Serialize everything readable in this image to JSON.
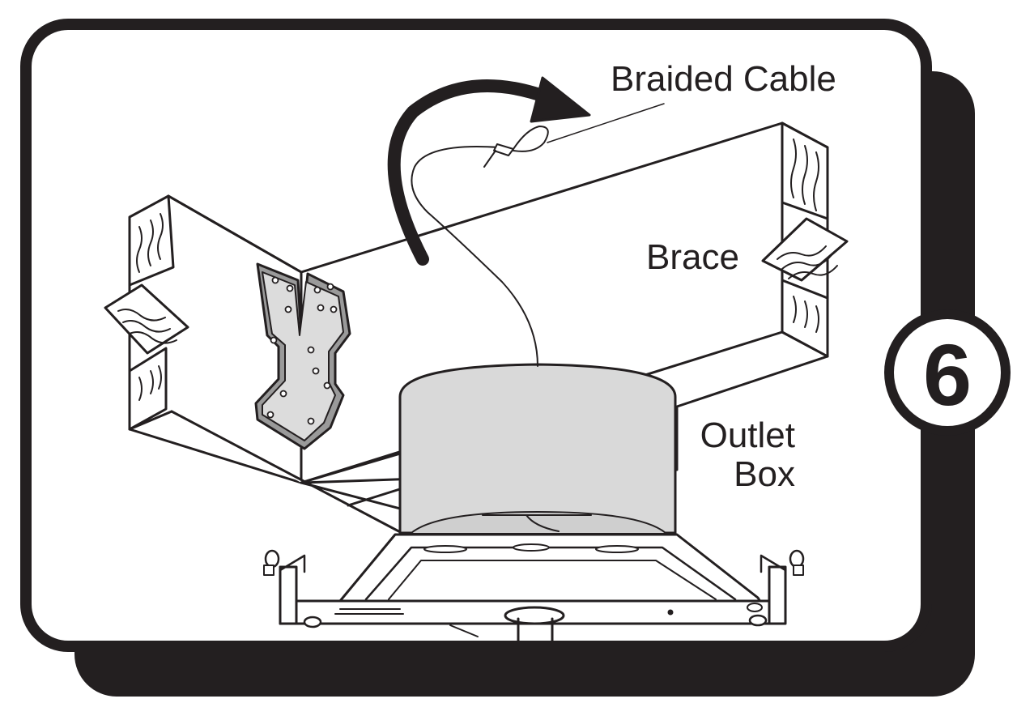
{
  "step": {
    "number": "6"
  },
  "labels": {
    "braided_cable": "Braided Cable",
    "brace": "Brace",
    "outlet_box_line1": "Outlet",
    "outlet_box_line2": "Box"
  },
  "colors": {
    "ink": "#231f20",
    "panel": "#ffffff",
    "outlet_box_fill": "#d9d9d9",
    "bracket_fill": "#dcdcdc",
    "bracket_edge": "#9a9a9a"
  }
}
